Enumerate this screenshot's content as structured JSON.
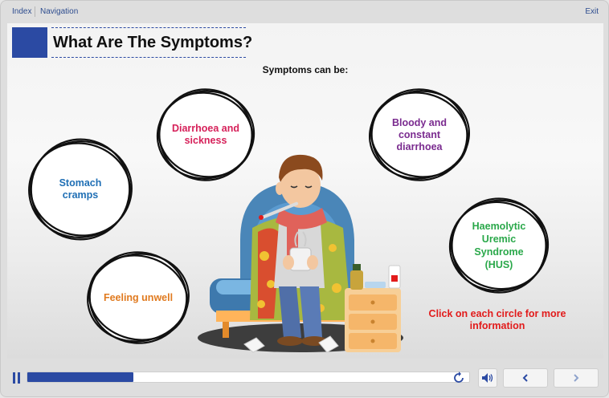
{
  "topbar": {
    "index_label": "Index",
    "navigation_label": "Navigation",
    "exit_label": "Exit"
  },
  "slide": {
    "title": "What Are The Symptoms?",
    "subtitle": "Symptoms can be:",
    "hint": "Click on each circle for more information",
    "circles": [
      {
        "label": "Stomach\ncramps",
        "color": "#1f6fb5"
      },
      {
        "label": "Diarrhoea and\nsickness",
        "color": "#d6215a"
      },
      {
        "label": "Feeling unwell",
        "color": "#e07a1f"
      },
      {
        "label": "Bloody and\nconstant\ndiarrhoea",
        "color": "#7a2b8f"
      },
      {
        "label": "Haemolytic\nUremic\nSyndrome\n(HUS)",
        "color": "#2aa84a"
      }
    ]
  },
  "controls": {
    "progress": 0.24,
    "pause_icon": "pause-icon",
    "replay_icon": "replay-icon",
    "volume_icon": "volume-icon",
    "prev_icon": "chevron-left-icon",
    "next_icon": "chevron-right-icon"
  },
  "colors": {
    "accent": "#2b4aa3",
    "hint": "#e21b1b"
  }
}
